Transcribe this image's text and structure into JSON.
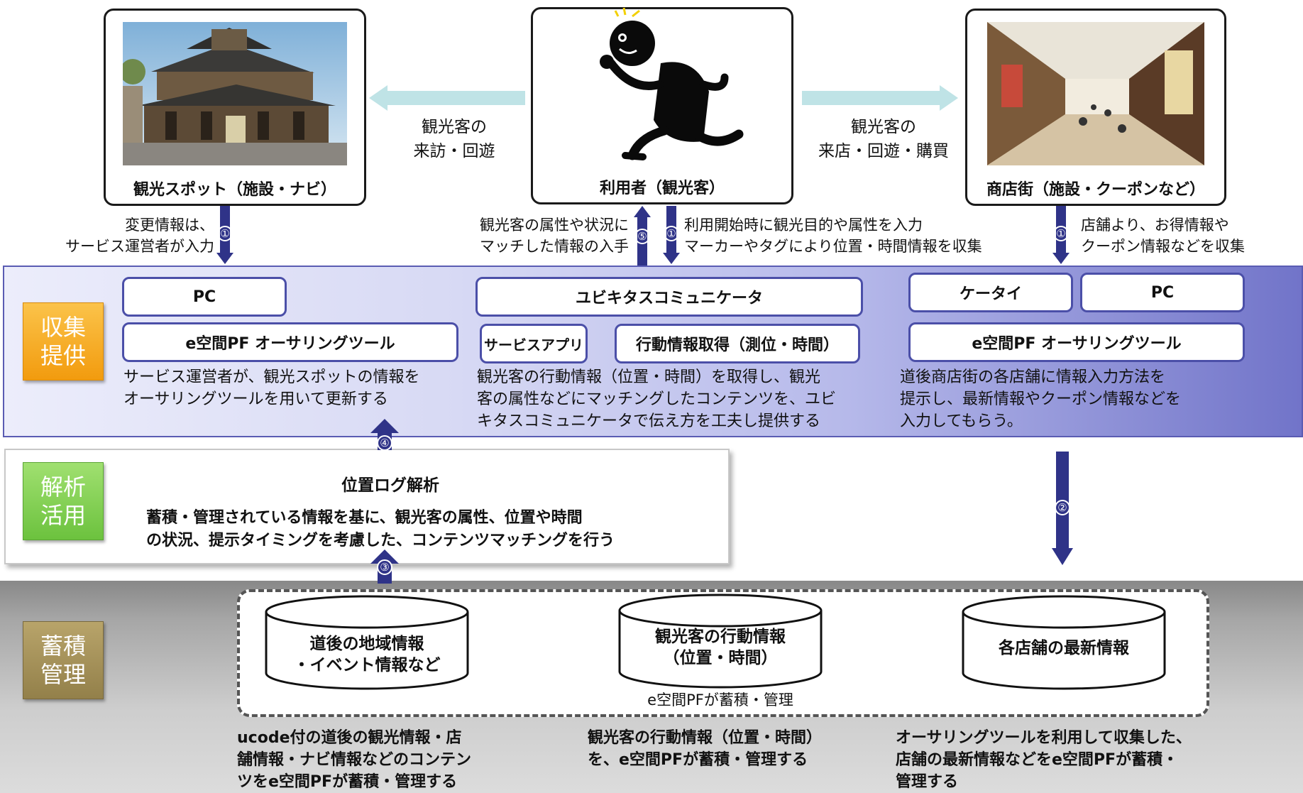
{
  "top": {
    "spot_caption": "観光スポット（施設・ナビ）",
    "user_caption": "利用者（観光客）",
    "shop_caption": "商店街（施設・クーポンなど）",
    "left_flow": "観光客の\n来訪・回遊",
    "right_flow": "観光客の\n来店・回遊・購買"
  },
  "notes": {
    "left_input": "変更情報は、\nサービス運営者が入力",
    "center_left": "観光客の属性や状況に\nマッチした情報の入手",
    "center_right": "利用開始時に観光目的や属性を入力\nマーカーやタグにより位置・時間情報を収集",
    "right_input": "店舗より、お得情報や\nクーポン情報などを収集"
  },
  "steps": {
    "one": "①",
    "two": "②",
    "three": "③",
    "four": "④",
    "five": "⑤"
  },
  "collect": {
    "label": "収集\n提供",
    "left_pc": "PC",
    "left_tool": "e空間PF オーサリングツール",
    "left_desc": "サービス運営者が、観光スポットの情報を\nオーサリングツールを用いて更新する",
    "ubiq": "ユビキタスコミュニケータ",
    "service_app": "サービスアプリ",
    "behavior": "行動情報取得（測位・時間）",
    "center_desc": "観光客の行動情報（位置・時間）を取得し、観光\n客の属性などにマッチングしたコンテンツを、ユビ\nキタスコミュニケータで伝え方を工夫し提供する",
    "keitai": "ケータイ",
    "right_pc": "PC",
    "right_tool": "e空間PF オーサリングツール",
    "right_desc": "道後商店街の各店舗に情報入力方法を\n提示し、最新情報やクーポン情報などを\n入力してもらう。"
  },
  "analyze": {
    "label": "解析\n活用",
    "title": "位置ログ解析",
    "desc": "蓄積・管理されている情報を基に、観光客の属性、位置や時間\nの状況、提示タイミングを考慮した、コンテンツマッチングを行う"
  },
  "store": {
    "label": "蓄積\n管理",
    "db1": "道後の地域情報\n・イベント情報など",
    "db2": "観光客の行動情報\n（位置・時間）",
    "db3": "各店舗の最新情報",
    "platform_note": "e空間PFが蓄積・管理",
    "desc1": "ucode付の道後の観光情報・店\n舗情報・ナビ情報などのコンテン\nツをe空間PFが蓄積・管理する",
    "desc2": "観光客の行動情報（位置・時間）\nを、e空間PFが蓄積・管理する",
    "desc3": "オーサリングツールを利用して収集した、\n店舗の最新情報などをe空間PFが蓄積・\n管理する"
  },
  "colors": {
    "collect_label": "#f7a51c",
    "analyze_label": "#7ccd4d",
    "store_label": "#a68f55",
    "arrow": "#2f3388",
    "flow_arrow": "#bfe3e6"
  }
}
